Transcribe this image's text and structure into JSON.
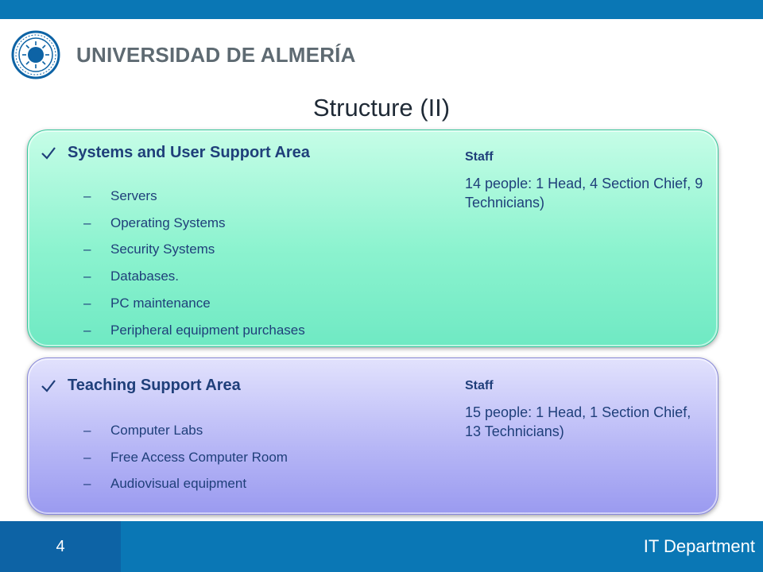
{
  "header": {
    "university_name": "UNIVERSIDAD DE ALMERÍA",
    "seal_icon": "university-seal-icon"
  },
  "slide": {
    "title": "Structure (II)"
  },
  "areas": [
    {
      "heading": "Systems and User Support Area",
      "items": [
        "Servers",
        "Operating Systems",
        "Security Systems",
        "Databases.",
        "PC maintenance",
        "Peripheral equipment purchases"
      ],
      "staff_label": "Staff",
      "staff_desc": "14 people: 1 Head, 4 Section Chief, 9 Technicians)",
      "color": "#8cf3cf"
    },
    {
      "heading": "Teaching Support Area",
      "items": [
        "Computer Labs",
        "Free Access Computer Room",
        "Audiovisual equipment"
      ],
      "staff_label": "Staff",
      "staff_desc": "15 people: 1 Head, 1 Section Chief, 13 Technicians)",
      "color": "#b8b8f6"
    }
  ],
  "list_dash": "–",
  "footer": {
    "page_number": "4",
    "department": "IT Department"
  },
  "colors": {
    "brand_blue": "#0a77b5",
    "page_box_blue": "#0d63a5",
    "text_navy": "#1f3f7a"
  }
}
